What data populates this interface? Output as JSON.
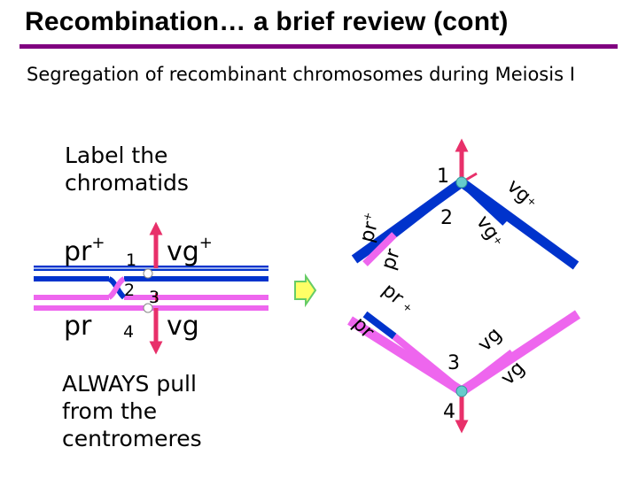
{
  "title": "Recombination… a brief review (cont)",
  "subtitle": "Segregation of recombinant chromosomes during Meiosis I",
  "left_note": {
    "line1": "Label the",
    "line2": "chromatids"
  },
  "bottom_note": {
    "line1": "ALWAYS pull",
    "line2": "from the",
    "line3": "centromeres"
  },
  "left_diagram": {
    "top_pair": {
      "pr_label": "pr",
      "pr_sup": "+",
      "vg_label": "vg",
      "vg_sup": "+"
    },
    "bottom_pair": {
      "pr_label": "pr",
      "vg_label": "vg"
    },
    "chromatid_numbers": [
      "1",
      "2",
      "3",
      "4"
    ]
  },
  "right_diagram": {
    "numbers": {
      "n1": "1",
      "n2": "2",
      "n3": "3",
      "n4": "4"
    },
    "labels": {
      "pr_plus_outer": "pr",
      "pr_plus_outer_sup": "+",
      "pr_inner": "pr",
      "pr_plus_inner": "pr",
      "pr_plus_inner_sup": "+",
      "pr_outer_bottom": "pr",
      "vg_plus_outer": "vg",
      "vg_plus_outer_sup": "+",
      "vg_plus_inner": "vg",
      "vg_plus_inner_sup": "+",
      "vg_inner_bottom": "vg",
      "vg_outer_bottom": "vg"
    }
  },
  "colors": {
    "title_rule": "#800080",
    "blue_chromatid": "#0033cc",
    "pink_chromatid": "#ee66ee",
    "spindle_arrow": "#e8306a",
    "vg_marker": "#e83060",
    "centromere": "#66cccc",
    "arrow_fill": "#ffff66",
    "arrow_outline": "#66cc66"
  },
  "icons": {
    "transition_arrow": "right-arrow-icon"
  }
}
